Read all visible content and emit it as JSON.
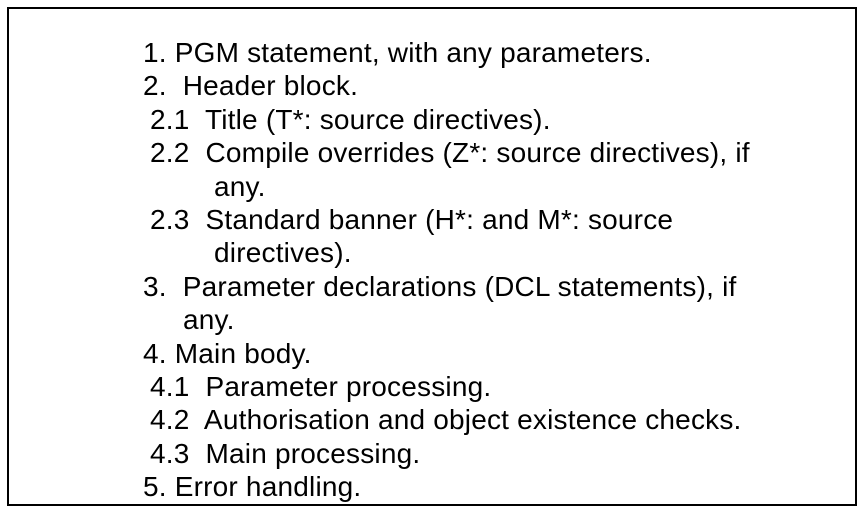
{
  "document": {
    "frame_border_color": "#000000",
    "background_color": "#ffffff",
    "text_color": "#000000",
    "outline": {
      "lines": [
        {
          "text": "1. PGM statement, with any parameters.",
          "indent": "level1"
        },
        {
          "text": "2.  Header block.",
          "indent": "level1"
        },
        {
          "text": "2.1  Title (T*: source directives).",
          "indent": "level2"
        },
        {
          "text": "2.2  Compile overrides (Z*: source directives), if",
          "indent": "level2"
        },
        {
          "text": "any.",
          "indent": "continuation-level2"
        },
        {
          "text": "2.3  Standard banner (H*: and M*: source",
          "indent": "level2"
        },
        {
          "text": "directives).",
          "indent": "continuation-level2"
        },
        {
          "text": "3.  Parameter declarations (DCL statements), if",
          "indent": "level1"
        },
        {
          "text": "any.",
          "indent": "continuation-level1"
        },
        {
          "text": "4. Main body.",
          "indent": "level1"
        },
        {
          "text": "4.1  Parameter processing.",
          "indent": "level2"
        },
        {
          "text": "4.2  Authorisation and object existence checks.",
          "indent": "level2"
        },
        {
          "text": "4.3  Main processing.",
          "indent": "level2"
        },
        {
          "text": "5. Error handling.",
          "indent": "level1"
        }
      ]
    }
  }
}
